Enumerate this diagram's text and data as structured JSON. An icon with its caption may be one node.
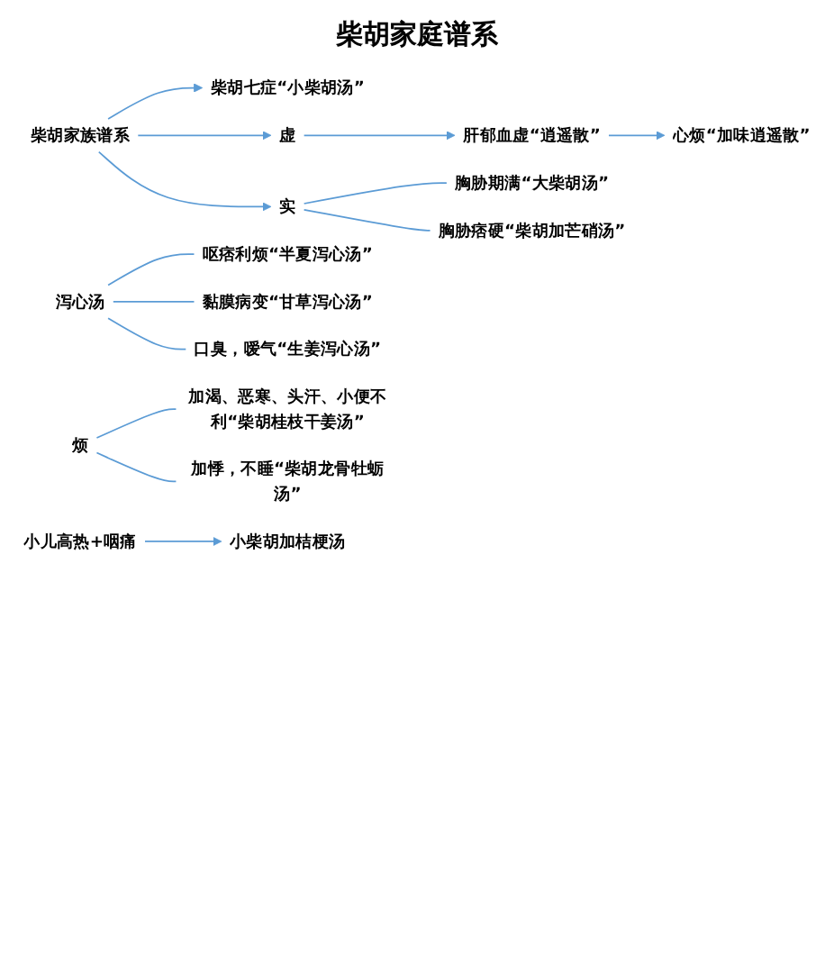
{
  "diagram": {
    "title": "柴胡家庭谱系",
    "nodes": [
      {
        "text": [
          "柴胡家族谱系"
        ]
      },
      {
        "text": [
          "柴胡七症“小柴胡汤”"
        ]
      },
      {
        "text": [
          "虚"
        ]
      },
      {
        "text": [
          "肝郁血虚“逍遥散”"
        ]
      },
      {
        "text": [
          "心烦“加味逍遥散”"
        ]
      },
      {
        "text": [
          "实"
        ]
      },
      {
        "text": [
          "胸胁期满“大柴胡汤”"
        ]
      },
      {
        "text": [
          "胸胁痞硬“柴胡加芒硝汤”"
        ]
      },
      {
        "text": [
          "泻心汤"
        ]
      },
      {
        "text": [
          "呕痞利烦“半夏泻心汤”"
        ]
      },
      {
        "text": [
          "黏膜病变“甘草泻心汤”"
        ]
      },
      {
        "text": [
          "口臭，嗳气“生姜泻心汤”"
        ]
      },
      {
        "text": [
          "烦"
        ]
      },
      {
        "text": [
          "加渴、恶寒、头汗、小便不利“柴胡桂枝干姜汤”"
        ]
      },
      {
        "text": [
          "加悸，不睡“柴胡龙骨牡蛎汤”"
        ]
      },
      {
        "text": [
          "小儿高热+咽痛"
        ]
      },
      {
        "text": [
          "小柴胡加桔梗汤"
        ]
      }
    ],
    "edges": [
      {
        "from": 0,
        "to": 1,
        "arrow": "to"
      },
      {
        "from": 0,
        "to": 2,
        "arrow": "to"
      },
      {
        "from": 0,
        "to": 5,
        "arrow": "to"
      },
      {
        "from": 2,
        "to": 3,
        "arrow": "to"
      },
      {
        "from": 3,
        "to": 4,
        "arrow": "to"
      },
      {
        "from": 5,
        "to": 6,
        "arrow": "none"
      },
      {
        "from": 5,
        "to": 7,
        "arrow": "none"
      },
      {
        "from": 8,
        "to": 9,
        "arrow": "none"
      },
      {
        "from": 8,
        "to": 10,
        "arrow": "none"
      },
      {
        "from": 8,
        "to": 11,
        "arrow": "none"
      },
      {
        "from": 12,
        "to": 13,
        "arrow": "none"
      },
      {
        "from": 12,
        "to": 14,
        "arrow": "none"
      },
      {
        "from": 15,
        "to": 16,
        "arrow": "to"
      }
    ]
  }
}
